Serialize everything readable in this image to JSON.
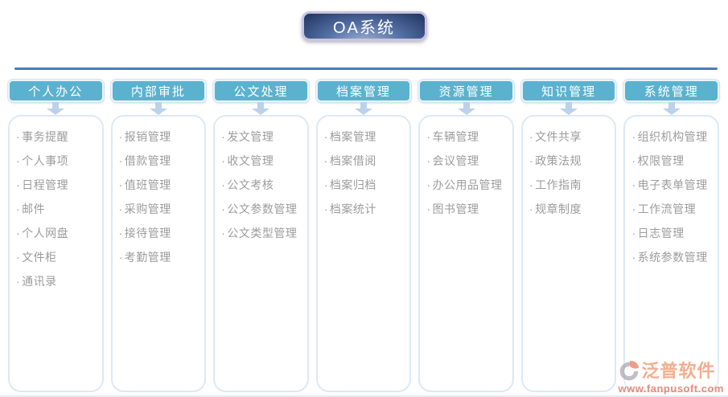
{
  "title": "OA系统",
  "bullet": "·",
  "columns": [
    {
      "header": "个人办公",
      "items": [
        "事务提醒",
        "个人事项",
        "日程管理",
        "邮件",
        "个人网盘",
        "文件柜",
        "通讯录"
      ]
    },
    {
      "header": "内部审批",
      "items": [
        "报销管理",
        "借款管理",
        "值班管理",
        "采购管理",
        "接待管理",
        "考勤管理"
      ]
    },
    {
      "header": "公文处理",
      "items": [
        "发文管理",
        "收文管理",
        "公文考核",
        "公文参数管理",
        "公文类型管理"
      ]
    },
    {
      "header": "档案管理",
      "items": [
        "档案管理",
        "档案借阅",
        "档案归档",
        "档案统计"
      ]
    },
    {
      "header": "资源管理",
      "items": [
        "车辆管理",
        "会议管理",
        "办公用品管理",
        "图书管理"
      ]
    },
    {
      "header": "知识管理",
      "items": [
        "文件共享",
        "政策法规",
        "工作指南",
        "规章制度"
      ]
    },
    {
      "header": "系统管理",
      "items": [
        "组织机构管理",
        "权限管理",
        "电子表单管理",
        "工作流管理",
        "日志管理",
        "系统参数管理"
      ]
    }
  ],
  "watermark": {
    "name": "泛普软件",
    "url": "www.fanpusoft.com"
  },
  "colors": {
    "header_bg": "#5bb2cf",
    "header_text": "#ffffff",
    "column_border": "#dbe9f5",
    "arrow": "#bcd1ea",
    "rule": "#4d7cb2",
    "item_text": "#9c9c9c",
    "title_border": "#c9c5dc",
    "logo_orange": "#ef8e63",
    "logo_red": "#e4604a",
    "logo_gray": "#a9a4ad"
  }
}
